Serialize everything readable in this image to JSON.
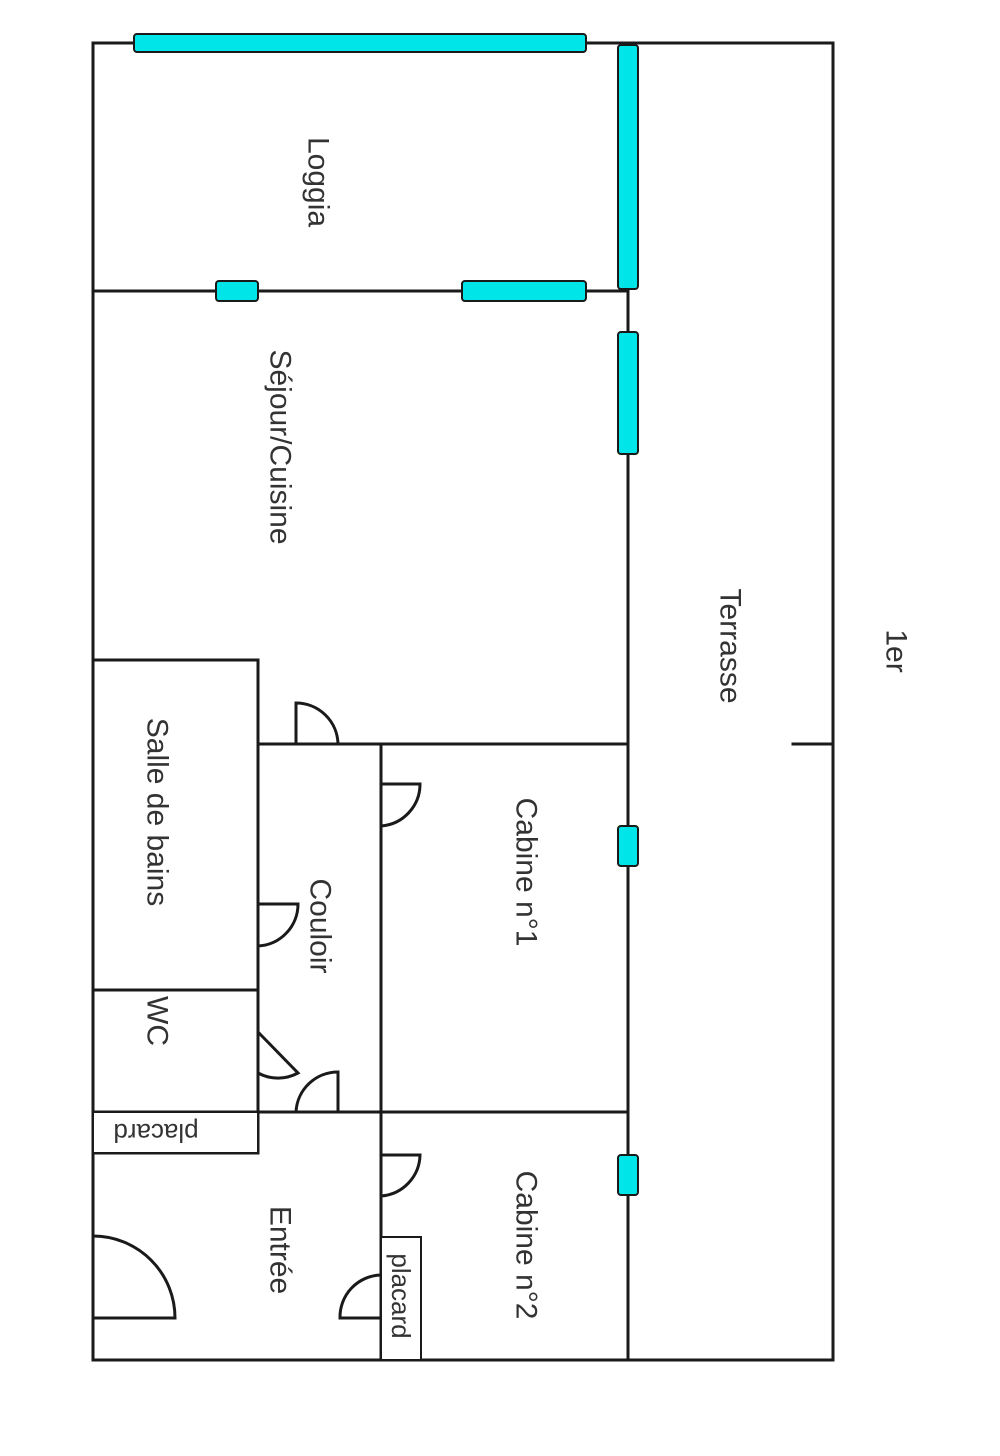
{
  "colors": {
    "window": "#00e5e8",
    "wall": "#1a1a1a",
    "label": "#333333"
  },
  "rooms": {
    "loggia": "Loggia",
    "sejour": "Séjour/Cuisine",
    "terrasse": "Terrasse",
    "salle_de_bains": "Salle de bains",
    "couloir": "Couloir",
    "cabine1": "Cabine n°1",
    "wc": "WC",
    "placard1": "placard",
    "entree": "Entrée",
    "cabine2": "Cabine n°2",
    "placard2": "placard"
  },
  "floor_label": "1er"
}
